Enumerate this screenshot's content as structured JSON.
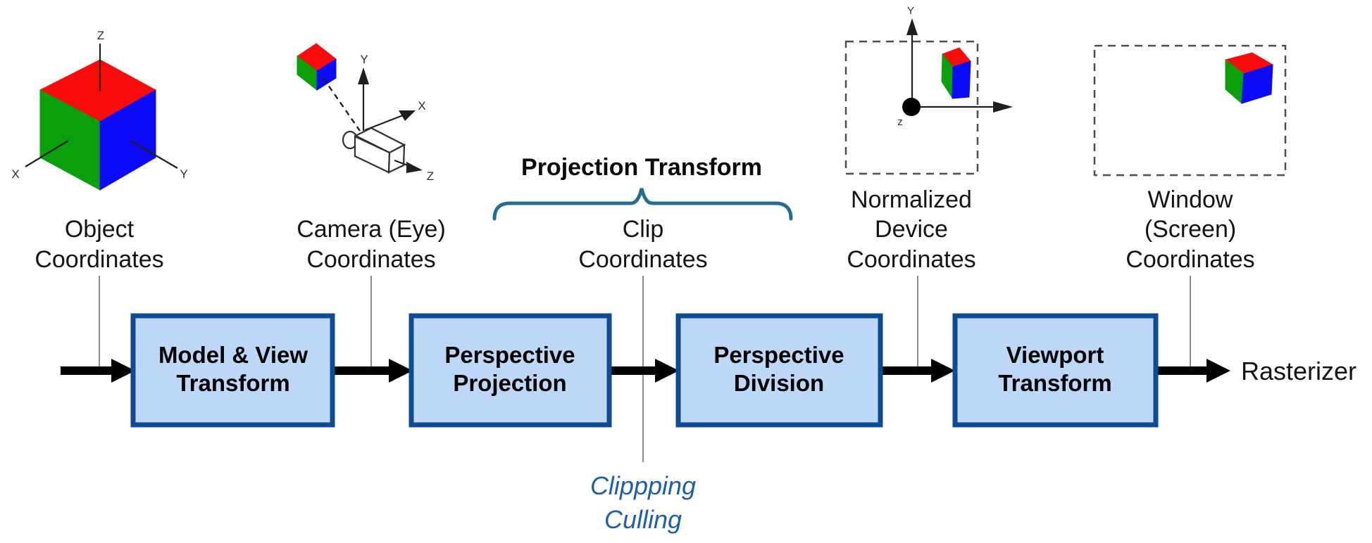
{
  "colors": {
    "cube_red": "#f90b0b",
    "cube_green": "#0ba00b",
    "cube_blue": "#0b0bf9",
    "box_fill": "#bdd8f7",
    "box_border": "#0f4a94",
    "brace": "#256d8d",
    "annotation": "#1d5fa9",
    "connector": "#8c8c8c",
    "arrow": "#000000"
  },
  "labels": {
    "coordinates": [
      {
        "lines": [
          "Object",
          "Coordinates"
        ]
      },
      {
        "lines": [
          "Camera (Eye)",
          "Coordinates"
        ]
      },
      {
        "lines": [
          "Clip",
          "Coordinates"
        ]
      },
      {
        "lines": [
          "Normalized",
          "Device",
          "Coordinates"
        ]
      },
      {
        "lines": [
          "Window",
          "(Screen)",
          "Coordinates"
        ]
      }
    ],
    "projection_transform": "Projection Transform",
    "rasterizer": "Rasterizer",
    "clipping": {
      "lines": [
        "Clippping",
        "Culling"
      ]
    }
  },
  "pipeline": {
    "boxes": [
      {
        "lines": [
          "Model & View",
          "Transform"
        ]
      },
      {
        "lines": [
          "Perspective",
          "Projection"
        ]
      },
      {
        "lines": [
          "Perspective",
          "Division"
        ]
      },
      {
        "lines": [
          "Viewport",
          "Transform"
        ]
      }
    ]
  },
  "axes": {
    "object": {
      "x": "X",
      "y": "Y",
      "z": "Z"
    },
    "camera": {
      "x": "X",
      "y": "Y",
      "z": "Z"
    },
    "ndc": {
      "y": "Y",
      "z": "z"
    }
  }
}
